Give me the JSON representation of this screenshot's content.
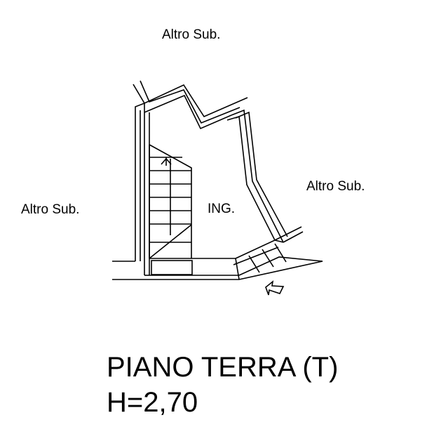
{
  "labels": {
    "neighbor_top": "Altro Sub.",
    "neighbor_left": "Altro Sub.",
    "neighbor_right": "Altro Sub.",
    "entrance": "ING."
  },
  "title": {
    "line1": "PIANO TERRA (T)",
    "line2": "H=2,70"
  },
  "colors": {
    "line": "#000000",
    "background": "#ffffff"
  },
  "icons": {
    "entrance_arrow": "entrance-arrow-icon",
    "stair_arrow": "stair-up-arrow-icon"
  }
}
